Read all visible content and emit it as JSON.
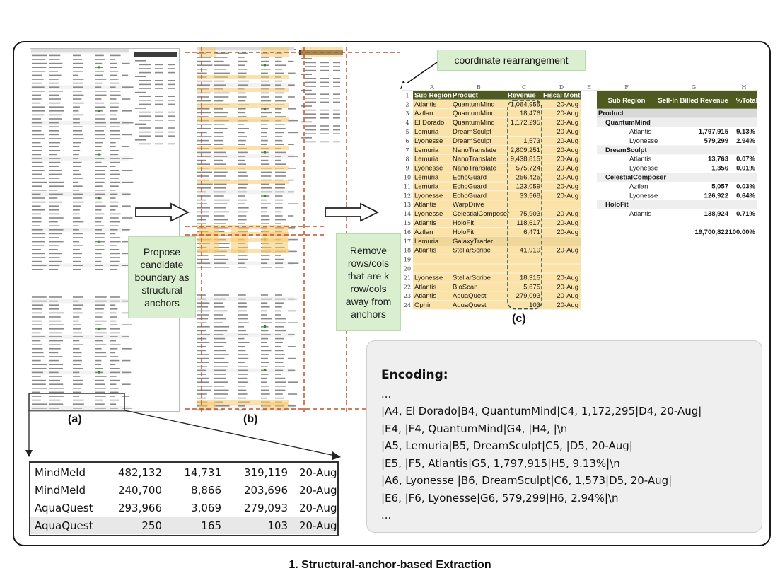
{
  "caption": "1. Structural-anchor-based Extraction",
  "labels": {
    "a": "(a)",
    "b": "(b)",
    "c": "(c)"
  },
  "boxes": {
    "propose": "Propose candidate boundary as structural anchors",
    "remove": "Remove rows/cols that are k row/cols away from anchors",
    "coord": "coordinate rearrangement"
  },
  "zoom_rows": [
    [
      "MindMeld",
      "482,132",
      "14,731",
      "319,119",
      "20-Aug"
    ],
    [
      "MindMeld",
      "240,700",
      "8,866",
      "203,696",
      "20-Aug"
    ],
    [
      "AquaQuest",
      "293,966",
      "3,069",
      "279,093",
      "20-Aug"
    ],
    [
      "AquaQuest",
      "250",
      "165",
      "103",
      "20-Aug"
    ]
  ],
  "sheet": {
    "col_letters": [
      "A",
      "B",
      "C",
      "D",
      "E",
      "F",
      "G",
      "H"
    ],
    "header": [
      "Sub Region",
      "Product",
      "Revenue",
      "Fiscal Month"
    ],
    "rows": [
      [
        "Atlantis",
        "QuantumMind",
        "1,064,955",
        "20-Aug"
      ],
      [
        "Aztlan",
        "QuantumMind",
        "18,476",
        "20-Aug"
      ],
      [
        "El Dorado",
        "QuantumMind",
        "1,172,295",
        "20-Aug"
      ],
      [
        "Lemuria",
        "DreamSculpt",
        "",
        "20-Aug"
      ],
      [
        "Lyonesse",
        "DreamSculpt",
        "1,573",
        "20-Aug"
      ],
      [
        "Lemuria",
        "NanoTranslate",
        "2,809,251",
        "20-Aug"
      ],
      [
        "Lemuria",
        "NanoTranslate",
        "9,438,815",
        "20-Aug"
      ],
      [
        "Lyonesse",
        "NanoTranslate",
        "575,724",
        "20-Aug"
      ],
      [
        "Lemuria",
        "EchoGuard",
        "256,425",
        "20-Aug"
      ],
      [
        "Lemuria",
        "EchoGuard",
        "123,059",
        "20-Aug"
      ],
      [
        "Lyonesse",
        "EchoGuard",
        "33,568",
        "20-Aug"
      ],
      [
        "Atlantis",
        "WarpDrive",
        "",
        ""
      ],
      [
        "Lyonesse",
        "CelestialComposer",
        "75,903",
        "20-Aug"
      ],
      [
        "Atlantis",
        "HoloFit",
        "118,617",
        "20-Aug"
      ],
      [
        "Aztlan",
        "HoloFit",
        "6,471",
        "20-Aug"
      ],
      [
        "Lemuria",
        "GalaxyTrader",
        "",
        ""
      ],
      [
        "Atlantis",
        "StellarScribe",
        "41,910",
        "20-Aug"
      ],
      [
        "",
        "",
        "",
        ""
      ],
      [
        "",
        "",
        "",
        ""
      ],
      [
        "Lyonesse",
        "StellarScribe",
        "18,315",
        "20-Aug"
      ],
      [
        "Atlantis",
        "BioScan",
        "5,675",
        "20-Aug"
      ],
      [
        "Atlantis",
        "AquaQuest",
        "279,093",
        "20-Aug"
      ],
      [
        "Ophir",
        "AquaQuest",
        "103",
        "20-Aug"
      ]
    ],
    "pivot_header": [
      "Sub Region",
      "Sell-In Billed Revenue",
      "%Total"
    ],
    "pivot_rows": [
      {
        "label": "Product",
        "rev": "",
        "pct": "",
        "level": 0
      },
      {
        "label": "QuantumMind",
        "rev": "",
        "pct": "",
        "level": 1
      },
      {
        "label": "Atlantis",
        "rev": "1,797,915",
        "pct": "9.13%",
        "level": 2
      },
      {
        "label": "Lyonesse",
        "rev": "579,299",
        "pct": "2.94%",
        "level": 2
      },
      {
        "label": "DreamSculpt",
        "rev": "",
        "pct": "",
        "level": 1
      },
      {
        "label": "Atlantis",
        "rev": "13,763",
        "pct": "0.07%",
        "level": 2
      },
      {
        "label": "Lyonesse",
        "rev": "1,356",
        "pct": "0.01%",
        "level": 2
      },
      {
        "label": "CelestialComposer",
        "rev": "",
        "pct": "",
        "level": 1
      },
      {
        "label": "Aztlan",
        "rev": "5,057",
        "pct": "0.03%",
        "level": 2
      },
      {
        "label": "Lyonesse",
        "rev": "126,922",
        "pct": "0.64%",
        "level": 2
      },
      {
        "label": "HoloFit",
        "rev": "",
        "pct": "",
        "level": 1
      },
      {
        "label": "Atlantis",
        "rev": "138,924",
        "pct": "0.71%",
        "level": 2
      },
      {
        "label": "",
        "rev": "",
        "pct": "",
        "level": 2
      },
      {
        "label": "",
        "rev": "19,700,822",
        "pct": "100.00%",
        "level": 2
      }
    ]
  },
  "encoding": {
    "title": "Encoding:",
    "lines": [
      "...",
      "|A4, El Dorado|B4, QuantumMind|C4, 1,172,295|D4, 20-Aug|",
      "|E4, |F4, QuantumMind|G4, |H4, |\\n",
      "|A5, Lemuria|B5, DreamSculpt|C5, |D5, 20-Aug|",
      "|E5, |F5, Atlantis|G5, 1,797,915|H5, 9.13%|\\n",
      "|A6, Lyonesse |B6, DreamSculpt|C6, 1,573|D5, 20-Aug|",
      "|E6, |F6, Lyonesse|G6, 579,299|H6, 2.94%|\\n",
      "..."
    ]
  },
  "colors": {
    "sheet_header": "#4e5a1f",
    "highlight": "#fbe2a8",
    "anchor_line": "#c0502a",
    "green_box": "#d9efcf"
  }
}
